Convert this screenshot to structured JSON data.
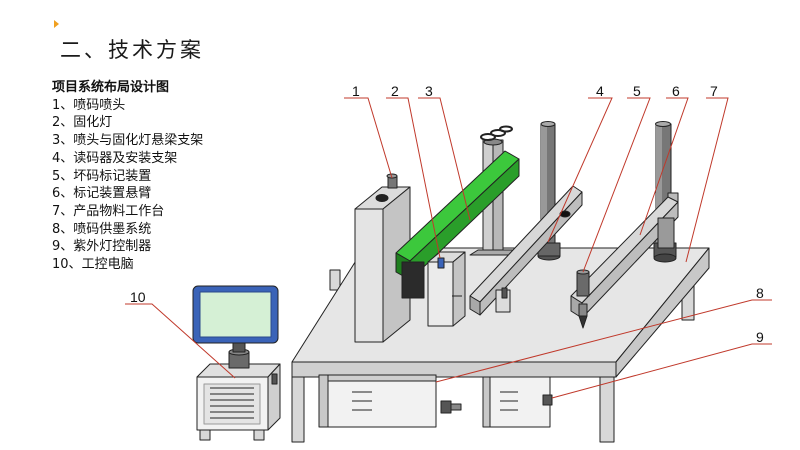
{
  "page": {
    "title": "二、技术方案",
    "accent_color": "#f0a020"
  },
  "legend": {
    "heading": "项目系统布局设计图",
    "items": [
      {
        "number": "1",
        "sep": "、",
        "text": "喷码喷头"
      },
      {
        "number": "2",
        "sep": "、",
        "text": "固化灯"
      },
      {
        "number": "3",
        "sep": "、",
        "text": "喷头与固化灯悬梁支架"
      },
      {
        "number": "4",
        "sep": "、",
        "text": "读码器及安装支架"
      },
      {
        "number": "5",
        "sep": "、",
        "text": "坏码标记装置"
      },
      {
        "number": "6",
        "sep": "、",
        "text": "标记装置悬臂"
      },
      {
        "number": "7",
        "sep": "、",
        "text": "产品物料工作台"
      },
      {
        "number": "8",
        "sep": "、",
        "text": "喷码供墨系统"
      },
      {
        "number": "9",
        "sep": "、",
        "text": "紫外灯控制器"
      },
      {
        "number": "10",
        "sep": "、",
        "text": "工控电脑"
      }
    ]
  },
  "callouts": {
    "c1": "1",
    "c2": "2",
    "c3": "3",
    "c4": "4",
    "c5": "5",
    "c6": "6",
    "c7": "7",
    "c8": "8",
    "c9": "9",
    "c10": "10"
  },
  "colors": {
    "leader_line": "#c0392b",
    "table_top": "#e6e6e6",
    "green_rail": "#3cc83c",
    "monitor_frame": "#3a63b8",
    "monitor_screen": "#d5f0d5",
    "cabinet": "#f2f2f2"
  }
}
